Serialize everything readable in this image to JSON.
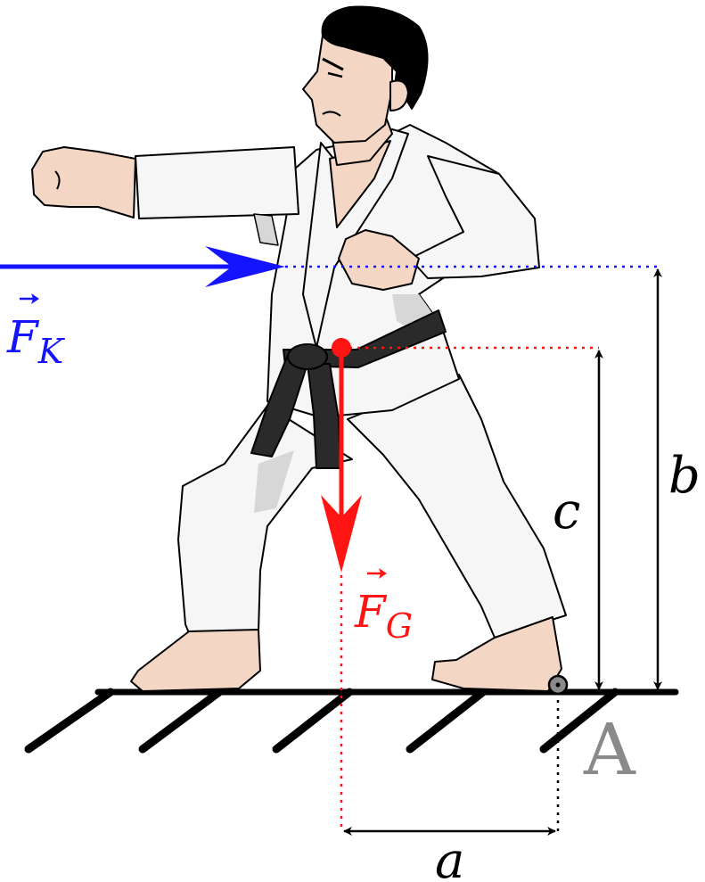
{
  "labels": {
    "force_kick": {
      "symbol": "F",
      "subscript": "K"
    },
    "force_gravity": {
      "symbol": "F",
      "subscript": "G"
    },
    "dim_a": "a",
    "dim_b": "b",
    "dim_c": "c",
    "pivot": "A"
  },
  "colors": {
    "kick_force": "#1414ff",
    "gravity_force": "#ff1414",
    "pivot_label": "#8a8a8a",
    "dimension": "#000000",
    "gi": "#f6f6f6",
    "belt": "#2a2a2a",
    "skin": "#f3d6c4",
    "hair": "#000000",
    "ground": "#000000"
  },
  "icons": {
    "figure": "karateka-figure",
    "pivot": "pivot-dot"
  }
}
